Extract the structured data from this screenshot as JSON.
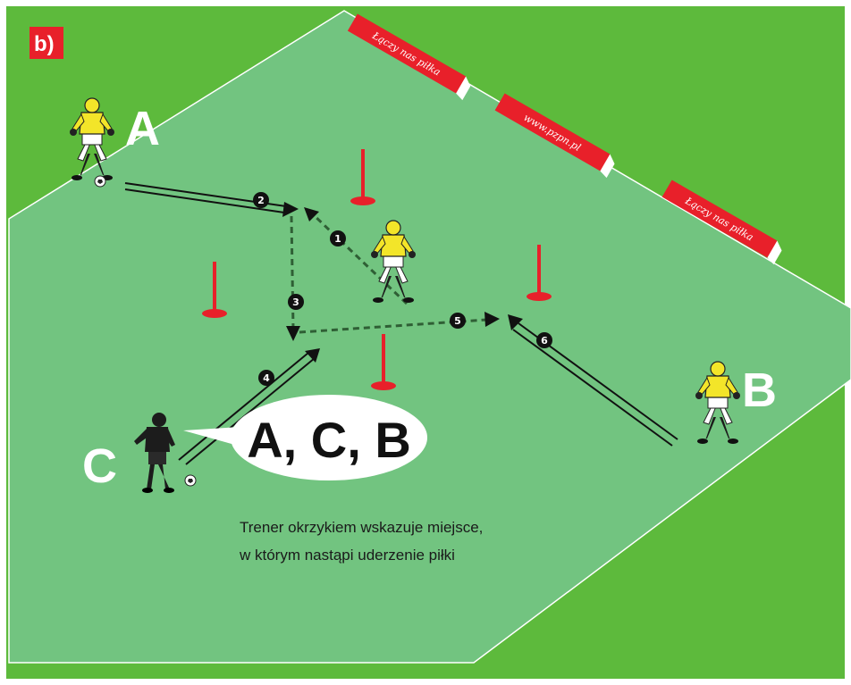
{
  "badge": {
    "label": "b)"
  },
  "players": [
    {
      "id": "A",
      "label": "A",
      "kit": "goalkeeper-yellow"
    },
    {
      "id": "B",
      "label": "B",
      "kit": "goalkeeper-yellow"
    },
    {
      "id": "C",
      "label": "C",
      "kit": "coach-black"
    }
  ],
  "center_player": {
    "kit": "goalkeeper-yellow"
  },
  "steps": [
    "1",
    "2",
    "3",
    "4",
    "5",
    "6"
  ],
  "speech_bubble": {
    "text": "A, C, B"
  },
  "caption": {
    "line1": "Trener okrzykiem wskazuje miejsce,",
    "line2": "w którym nastąpi uderzenie piłki"
  },
  "banners": [
    {
      "text": "Łączy nas piłka"
    },
    {
      "text": "www.pzpn.pl"
    },
    {
      "text": "Łączy nas piłka"
    }
  ],
  "colors": {
    "grass": "#5dba3c",
    "pitch": "#72c480",
    "pole": "#e8202a",
    "banner": "#e8202a",
    "badge": "#e8202a",
    "arrow": "#111111",
    "dashed_arrow": "#2f5f35",
    "kit_yellow": "#f3e529",
    "kit_black": "#1c1c1c"
  }
}
